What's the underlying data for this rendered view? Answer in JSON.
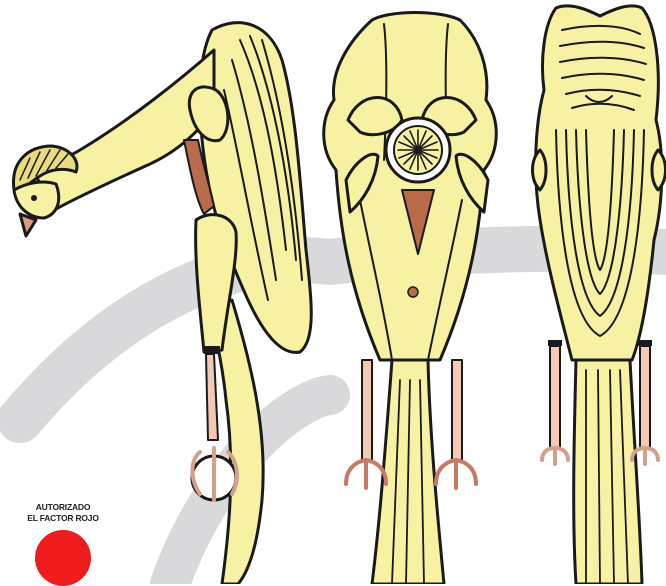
{
  "figure": {
    "colors": {
      "body": "#f7f1a3",
      "outline": "#1a1a1a",
      "skin": "#b96b4c",
      "legs": "#f2c9b4",
      "watermark": "#d9d9dc",
      "badge_dot": "#ee1c1c"
    },
    "views": [
      "side-view",
      "front-view",
      "back-view"
    ]
  },
  "badge": {
    "line1": "AUTORIZADO",
    "line2": "EL FACTOR ROJO",
    "dot_color": "#ee1c1c"
  }
}
